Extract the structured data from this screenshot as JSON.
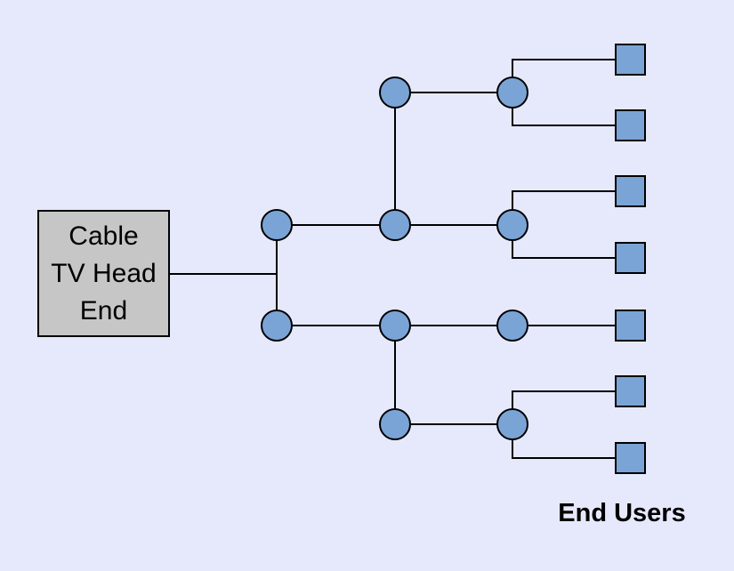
{
  "headend": {
    "lines": [
      "Cable",
      "TV Head",
      "End"
    ]
  },
  "caption": "End Users",
  "colors": {
    "background": "#e6e9fb",
    "node": "#7ba4d6",
    "headend": "#c6c6c6",
    "stroke": "#000000"
  }
}
